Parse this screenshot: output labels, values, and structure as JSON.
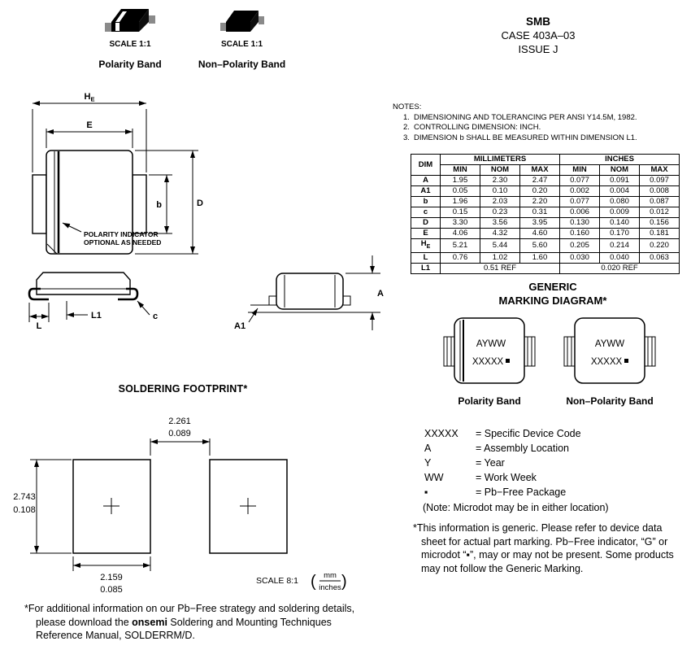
{
  "header": {
    "title": "SMB",
    "case_line": "CASE 403A–03",
    "issue_line": "ISSUE J"
  },
  "package_views": {
    "scale": "SCALE 1:1",
    "left_label": "Polarity Band",
    "right_label": "Non–Polarity Band"
  },
  "notes": {
    "heading": "NOTES:",
    "items": [
      {
        "num": "1.",
        "text": "DIMENSIONING AND TOLERANCING PER ANSI Y14.5M, 1982."
      },
      {
        "num": "2.",
        "text": "CONTROLLING DIMENSION: INCH."
      },
      {
        "num": "3.",
        "text": "DIMENSION b SHALL BE MEASURED WITHIN DIMENSION L1."
      }
    ]
  },
  "dim_table": {
    "dim_header": "DIM",
    "groups": [
      "MILLIMETERS",
      "INCHES"
    ],
    "sub_headers": [
      "MIN",
      "NOM",
      "MAX",
      "MIN",
      "NOM",
      "MAX"
    ],
    "rows": [
      {
        "dim": "A",
        "vals": [
          "1.95",
          "2.30",
          "2.47",
          "0.077",
          "0.091",
          "0.097"
        ]
      },
      {
        "dim": "A1",
        "vals": [
          "0.05",
          "0.10",
          "0.20",
          "0.002",
          "0.004",
          "0.008"
        ]
      },
      {
        "dim": "b",
        "vals": [
          "1.96",
          "2.03",
          "2.20",
          "0.077",
          "0.080",
          "0.087"
        ]
      },
      {
        "dim": "c",
        "vals": [
          "0.15",
          "0.23",
          "0.31",
          "0.006",
          "0.009",
          "0.012"
        ]
      },
      {
        "dim": "D",
        "vals": [
          "3.30",
          "3.56",
          "3.95",
          "0.130",
          "0.140",
          "0.156"
        ]
      },
      {
        "dim": "E",
        "vals": [
          "4.06",
          "4.32",
          "4.60",
          "0.160",
          "0.170",
          "0.181"
        ]
      },
      {
        "dim": "H",
        "dim_sub": "E",
        "vals": [
          "5.21",
          "5.44",
          "5.60",
          "0.205",
          "0.214",
          "0.220"
        ]
      },
      {
        "dim": "L",
        "vals": [
          "0.76",
          "1.02",
          "1.60",
          "0.030",
          "0.040",
          "0.063"
        ]
      }
    ],
    "ref_row": {
      "dim": "L1",
      "mm": "0.51 REF",
      "inch": "0.020 REF"
    }
  },
  "drawing_labels": {
    "he_main": "H",
    "he_sub": "E",
    "e": "E",
    "b": "b",
    "d": "D",
    "l": "L",
    "l1": "L1",
    "c": "c",
    "a": "A",
    "a1": "A1",
    "callout1": "POLARITY INDICATOR",
    "callout2": "OPTIONAL AS NEEDED"
  },
  "marking": {
    "title1": "GENERIC",
    "title2": "MARKING DIAGRAM*",
    "chip_line1": "AYWW",
    "chip_line2": "XXXXX",
    "left_label": "Polarity Band",
    "right_label": "Non–Polarity Band",
    "legend": [
      {
        "key": "XXXXX",
        "desc": "= Specific Device Code"
      },
      {
        "key": "A",
        "desc": "= Assembly Location"
      },
      {
        "key": "Y",
        "desc": "= Year"
      },
      {
        "key": "WW",
        "desc": "= Work Week"
      },
      {
        "key": "▪",
        "desc": "= Pb−Free Package"
      }
    ],
    "microdot_note": "(Note: Microdot may be in either location)",
    "disclaimer": "*This information is generic. Please refer to device data sheet for actual part marking. Pb−Free indicator, “G” or microdot “▪”, may or may not be present. Some products may not follow the Generic Marking."
  },
  "footprint": {
    "title": "SOLDERING FOOTPRINT*",
    "mm_gap": "2.261",
    "in_gap": "0.089",
    "mm_height": "2.743",
    "in_height": "0.108",
    "mm_width": "2.159",
    "in_width": "0.085",
    "scale": "SCALE 8:1",
    "unit_top": "mm",
    "unit_bottom": "inches",
    "paren_open": "(",
    "paren_close": ")"
  },
  "footer_note": {
    "pre": "*For additional information on our Pb−Free strategy and soldering details, please download the ",
    "bold": "onsemi",
    "post": " Soldering and Mounting Techniques Reference Manual, SOLDERRM/D."
  }
}
